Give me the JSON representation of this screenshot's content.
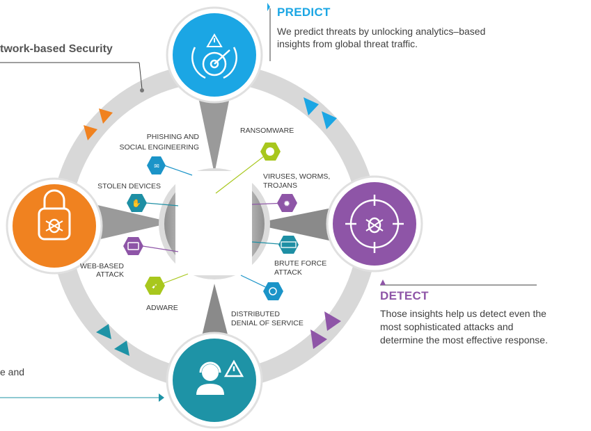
{
  "header_security": "twork-based Security",
  "predict": {
    "title": "PREDICT",
    "description_line1": "We predict threats by unlocking analytics–based",
    "description_line2": "insights from global threat traffic."
  },
  "detect": {
    "title": "DETECT",
    "description_line1": "Those insights help us detect even the",
    "description_line2": "most sophisticated attacks and",
    "description_line3": "determine the most effective response."
  },
  "left_fragment": "e and",
  "threats": {
    "phishing_line1": "PHISHING AND",
    "phishing_line2": "SOCIAL ENGINEERING",
    "ransomware": "RANSOMWARE",
    "stolen_devices": "STOLEN DEVICES",
    "viruses_line1": "VIRUSES, WORMS,",
    "viruses_line2": "TROJANS",
    "web_line1": "WEB-BASED",
    "web_line2": "ATTACK",
    "brute_line1": "BRUTE FORCE",
    "brute_line2": "ATTACK",
    "adware": "ADWARE",
    "ddos_line1": "DISTRIBUTED",
    "ddos_line2": "DENIAL OF SERVICE"
  },
  "colors": {
    "predict_blue": "#1ba6e4",
    "protect_orange": "#f08220",
    "detect_purple": "#8e55a7",
    "respond_teal": "#1e93a6",
    "ring_gray": "#d6d6d6",
    "hex_blue": "#1b94c8",
    "hex_lime": "#a8c71d",
    "hex_purple": "#8e55a7",
    "hex_teal": "#1e8fa4"
  },
  "icons": {
    "predict": "radar-warning-icon",
    "protect": "padlock-bug-icon",
    "detect": "crosshair-bug-icon",
    "respond": "headset-agent-warning-icon"
  }
}
